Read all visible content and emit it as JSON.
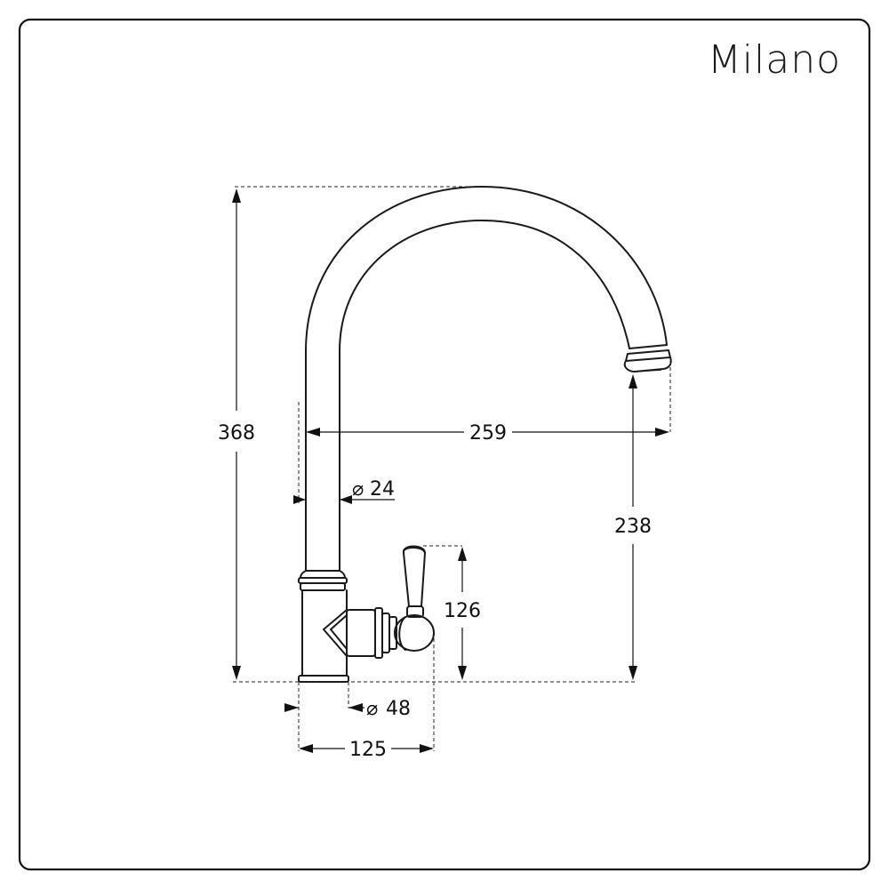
{
  "brand": {
    "name": "Milano"
  },
  "dimensions": {
    "overall_height": "368",
    "spout_reach": "259",
    "spout_height": "238",
    "spout_diameter": "24",
    "base_diameter": "48",
    "handle_height": "126",
    "handle_reach": "125"
  },
  "symbols": {
    "diameter": "⌀"
  },
  "colors": {
    "line": "#1a1a1a",
    "border": "#111111",
    "background": "#ffffff"
  }
}
